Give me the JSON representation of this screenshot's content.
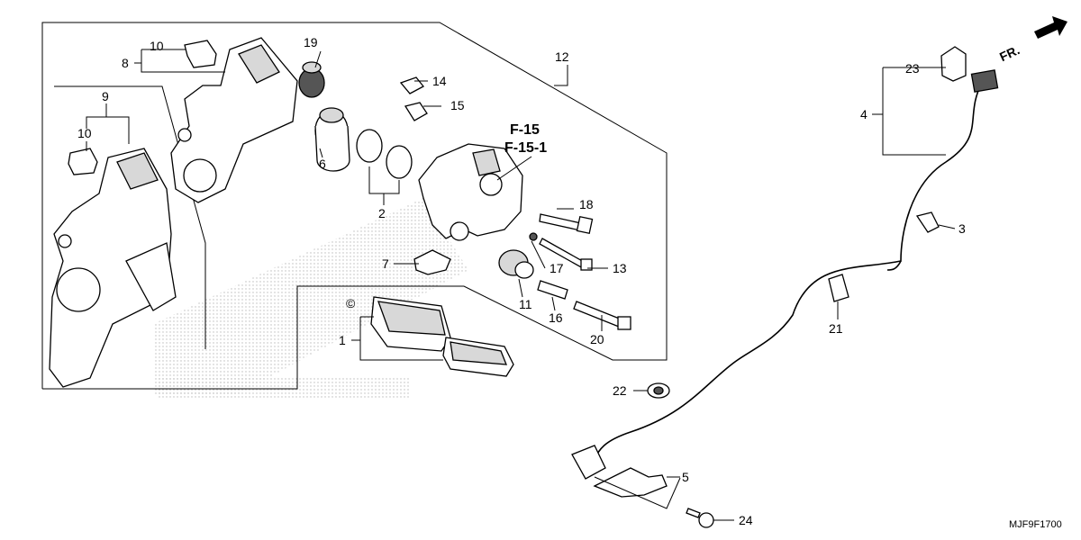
{
  "fr_arrow": {
    "label": "FR."
  },
  "ref_labels": [
    "F-15",
    "F-15-1"
  ],
  "diagram_code": "MJF9F1700",
  "watermark_symbol": "©",
  "callouts": [
    "1",
    "2",
    "3",
    "4",
    "5",
    "6",
    "7",
    "8",
    "9",
    "10",
    "10",
    "11",
    "12",
    "13",
    "14",
    "15",
    "16",
    "17",
    "18",
    "19",
    "20",
    "21",
    "22",
    "23",
    "24"
  ],
  "colors": {
    "line": "#000000",
    "part_fill": "#ffffff",
    "shade": "#d8d8d8"
  }
}
